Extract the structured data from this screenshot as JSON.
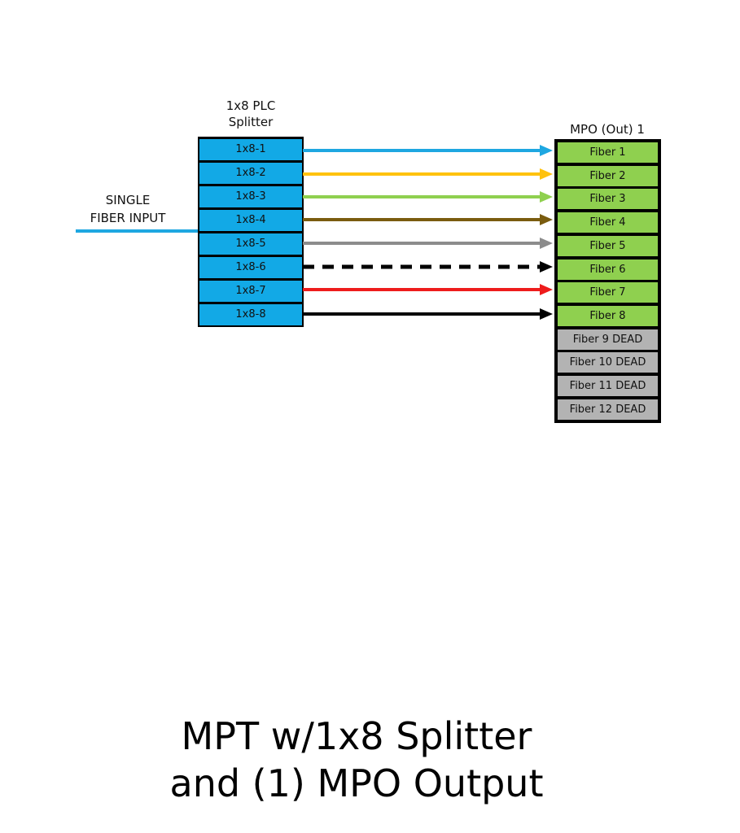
{
  "splitter": {
    "title_line1": "1x8 PLC",
    "title_line2": "Splitter",
    "ports": [
      "1x8-1",
      "1x8-2",
      "1x8-3",
      "1x8-4",
      "1x8-5",
      "1x8-6",
      "1x8-7",
      "1x8-8"
    ]
  },
  "input": {
    "line1": "SINGLE",
    "line2": "FIBER INPUT",
    "color": "#1ea7e1"
  },
  "mpo": {
    "title": "MPO (Out) 1",
    "fibers": [
      "Fiber 1",
      "Fiber 2",
      "Fiber 3",
      "Fiber 4",
      "Fiber 5",
      "Fiber 6",
      "Fiber 7",
      "Fiber 8",
      "Fiber 9 DEAD",
      "Fiber 10 DEAD",
      "Fiber 11 DEAD",
      "Fiber 12 DEAD"
    ],
    "live_color": "#8fd04f",
    "dead_color": "#b3b3b3"
  },
  "connections": [
    {
      "color": "#1ea7e1",
      "style": "solid"
    },
    {
      "color": "#ffc20e",
      "style": "solid"
    },
    {
      "color": "#8fd04f",
      "style": "solid"
    },
    {
      "color": "#7a5c0f",
      "style": "solid"
    },
    {
      "color": "#8c8c8c",
      "style": "solid"
    },
    {
      "color": "#000000",
      "style": "dashed"
    },
    {
      "color": "#ee1c1c",
      "style": "solid"
    },
    {
      "color": "#000000",
      "style": "solid"
    }
  ],
  "caption": {
    "line1": "MPT w/1x8 Splitter",
    "line2": "and (1) MPO Output"
  }
}
